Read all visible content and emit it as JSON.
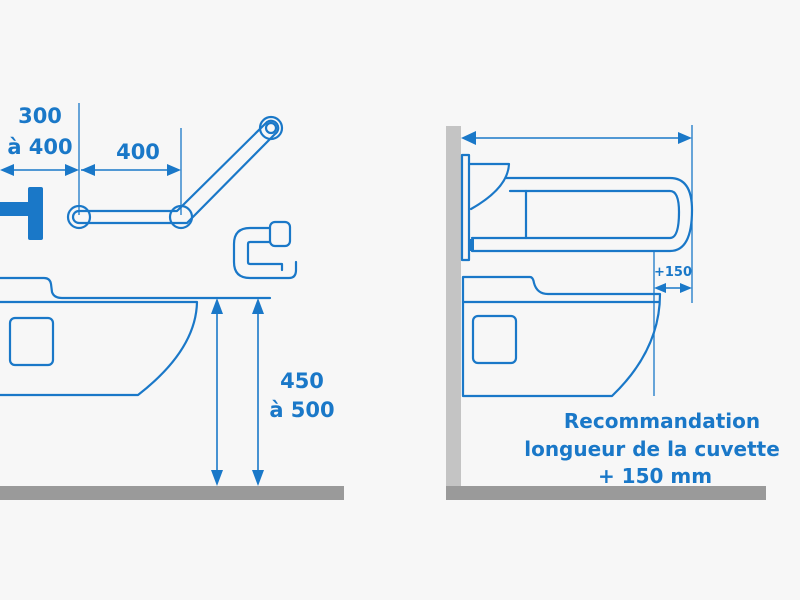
{
  "colors": {
    "background": "#f7f7f7",
    "line": "#1a78c8",
    "floor": "#9a9a9a",
    "wall": "#c4c4c4"
  },
  "left_view": {
    "dim_offset": {
      "line1": "300",
      "line2": "à 400"
    },
    "dim_bar_length": "400",
    "dim_seat_height": {
      "line1": "450",
      "line2": "à 500"
    }
  },
  "right_view": {
    "dim_extension": "+150",
    "recommendation": {
      "line1": "Recommandation",
      "line2": "longueur de la cuvette",
      "line3": "+ 150 mm"
    }
  }
}
